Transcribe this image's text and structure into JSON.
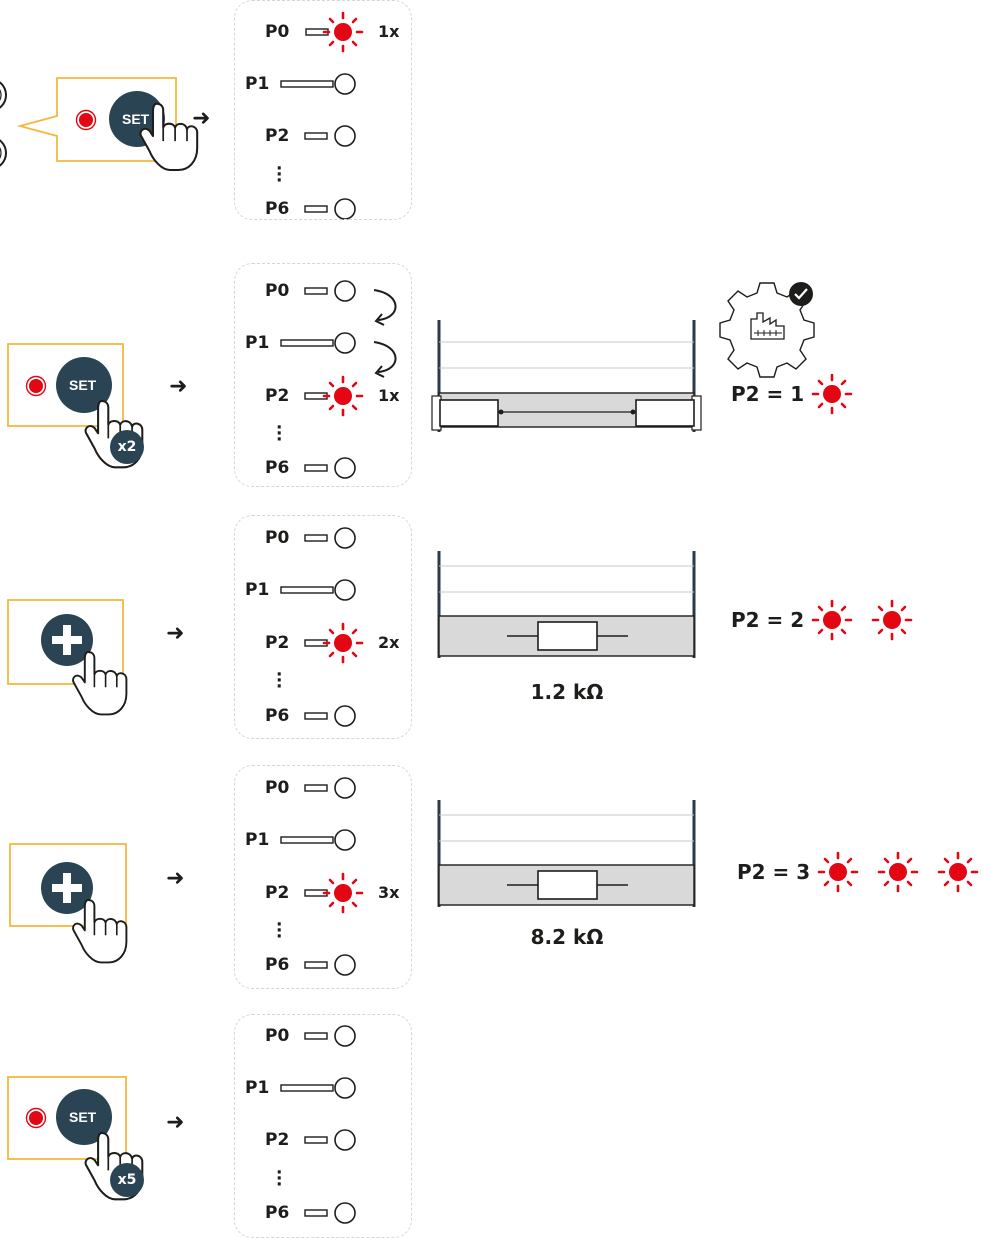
{
  "buttons": {
    "set": "SET"
  },
  "param_labels": [
    "P0",
    "P1",
    "P2",
    "P6"
  ],
  "multipliers": {
    "step1": "1x",
    "step2": "1x",
    "step3": "2x",
    "step4": "3x"
  },
  "press_counts": {
    "step2": "x2",
    "step5": "x5"
  },
  "results": {
    "step2": "P2 = 1",
    "step3": "P2 = 2",
    "step4": "P2 = 3"
  },
  "resistors": {
    "step3": "1.2 kΩ",
    "step4": "8.2 kΩ"
  },
  "colors": {
    "led_red": "#e30613",
    "button_dark": "#2b4453",
    "frame_yellow": "#f5b83d",
    "edge_gray": "#d9d9d9",
    "post_dark": "#2b3a48"
  },
  "icons": [
    "hand-pointer-icon",
    "plus-icon",
    "factory-gear-icon",
    "check-icon",
    "arrow-right-icon",
    "led-icon"
  ]
}
